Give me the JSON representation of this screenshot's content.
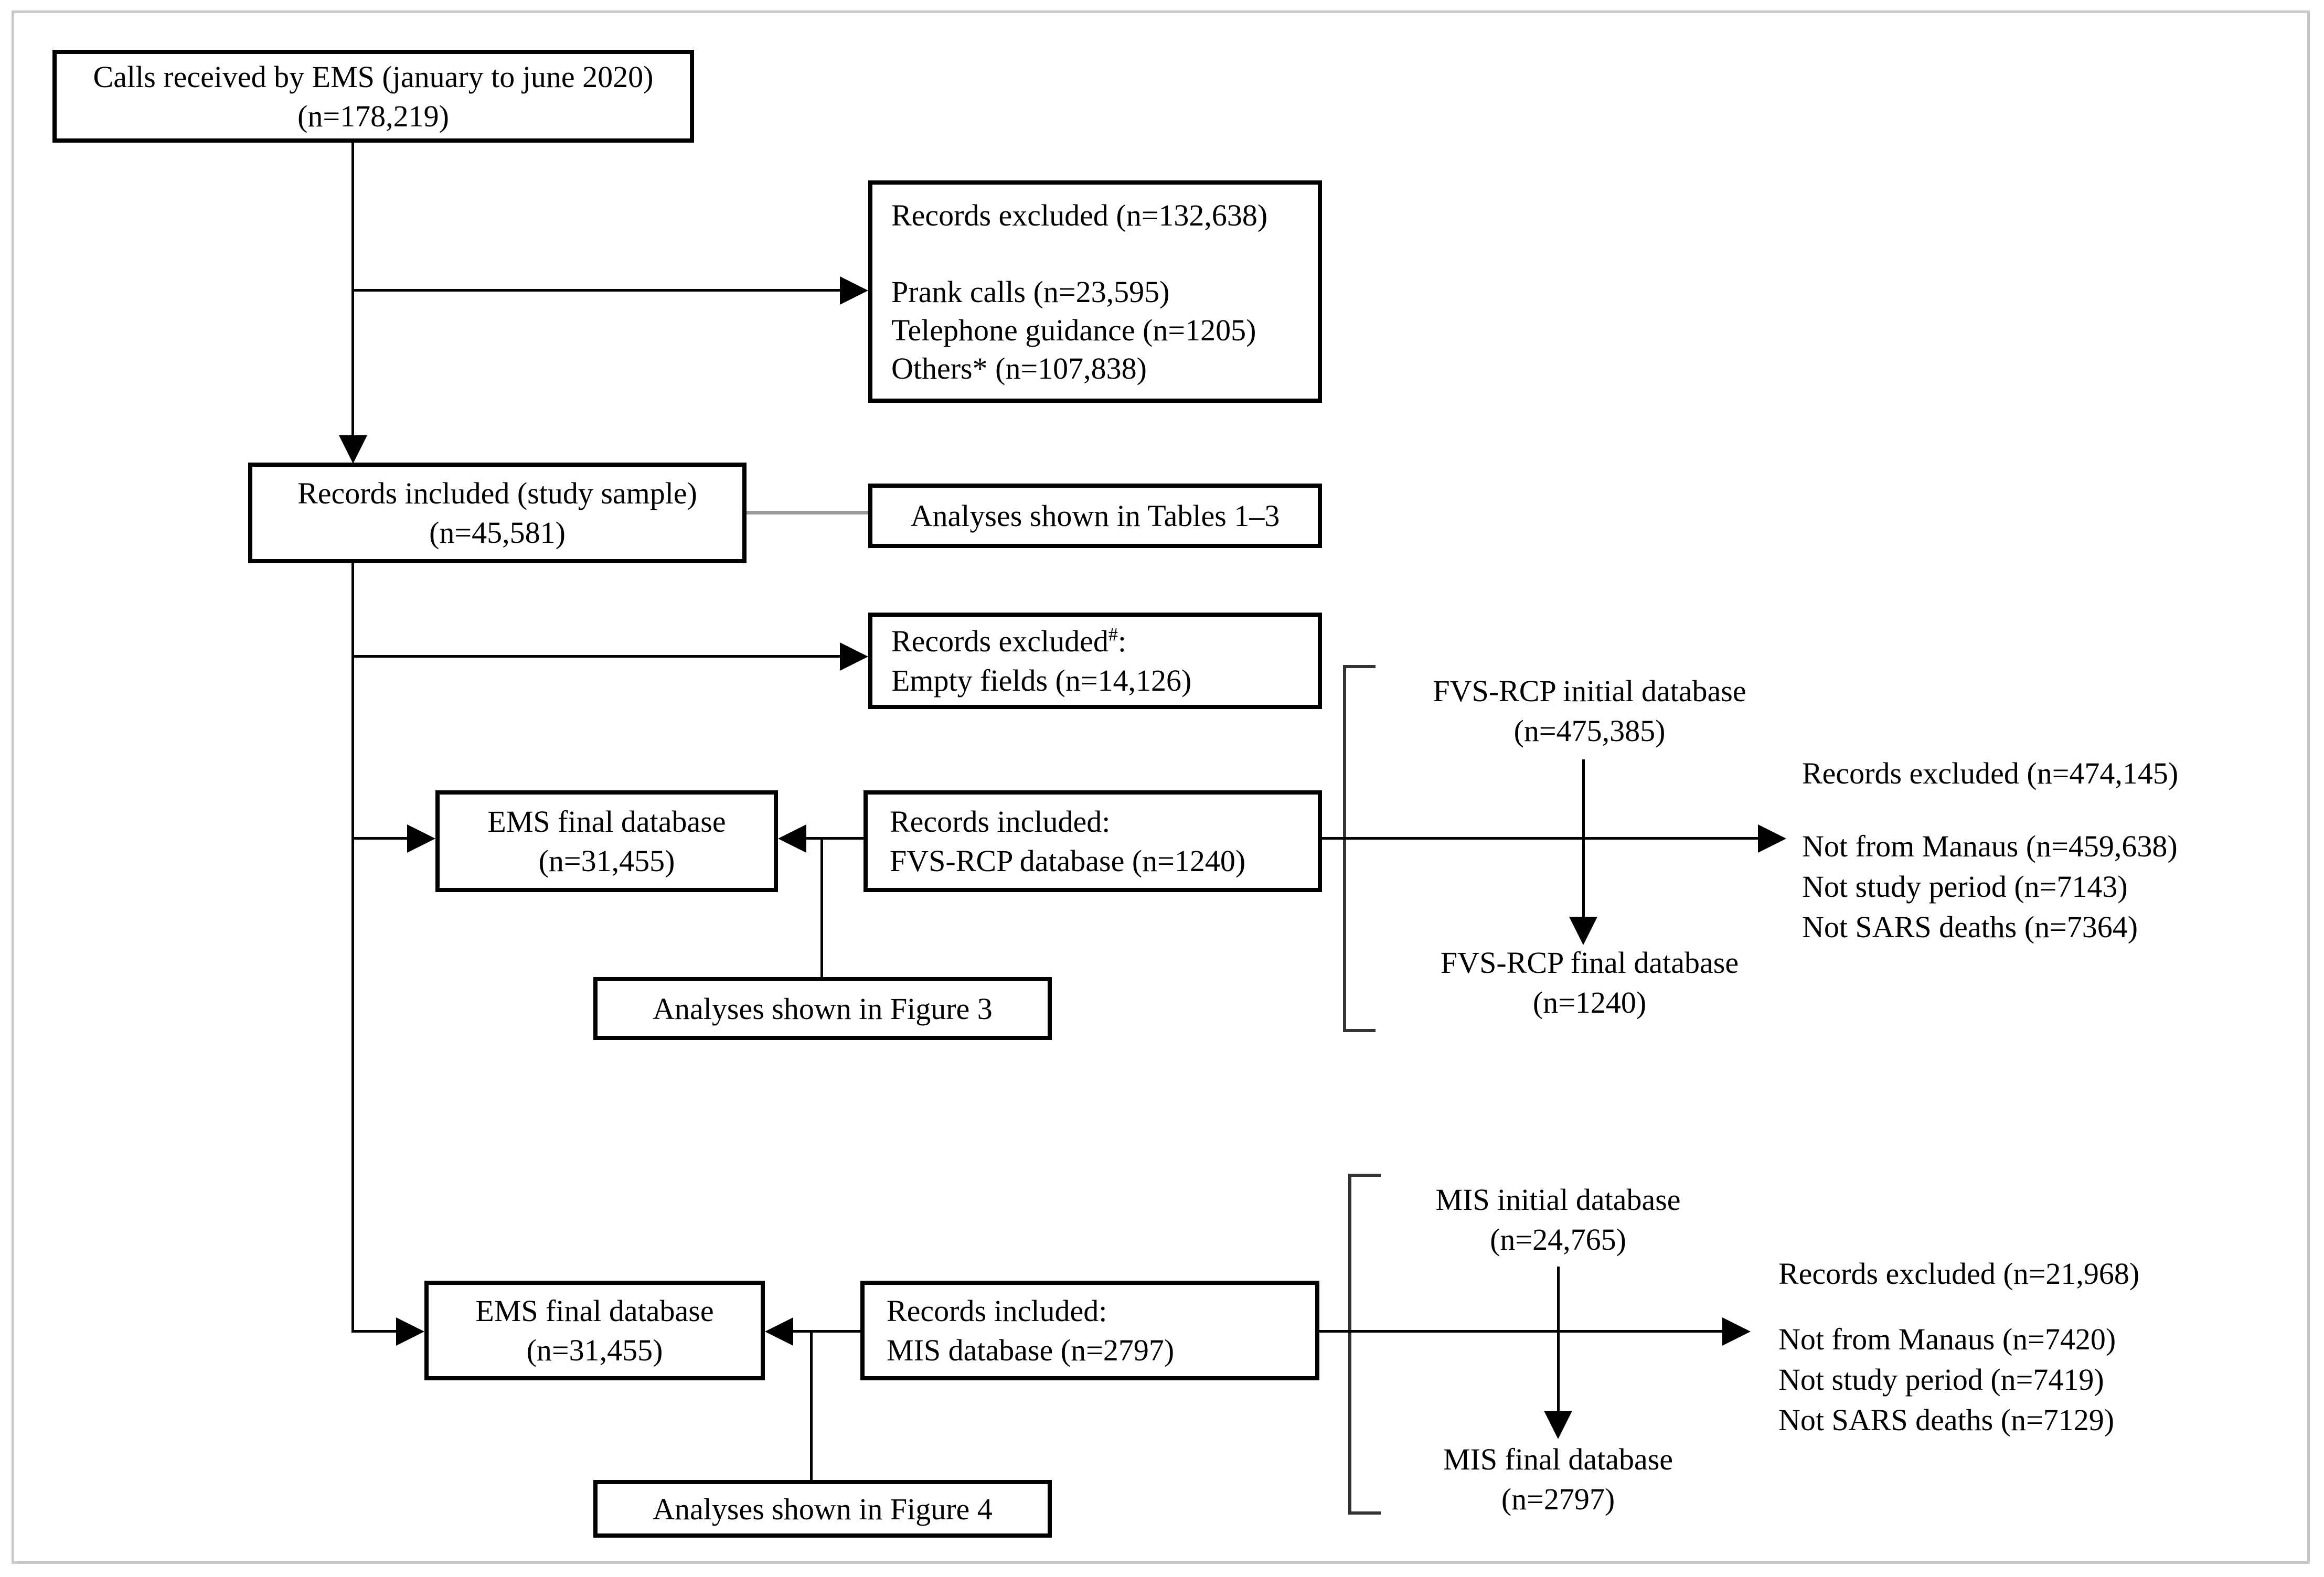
{
  "colors": {
    "line": "#000000",
    "frame_border": "#c9c9c9",
    "table_connector": "#9a9a9a",
    "background": "#ffffff"
  },
  "nodes": {
    "calls_received": {
      "lines": [
        "Calls received by EMS (january to june 2020)",
        "(n=178,219)"
      ]
    },
    "excluded_calls": {
      "title": "Records excluded (n=132,638)",
      "items": [
        "Prank calls (n=23,595)",
        "Telephone guidance (n=1205)",
        "Others* (n=107,838)"
      ]
    },
    "records_included": {
      "lines": [
        "Records included (study sample)",
        "(n=45,581)"
      ]
    },
    "analyses_tables": {
      "label": "Analyses shown in Tables 1–3"
    },
    "excluded_empty": {
      "pre": "Records excluded",
      "sup": "#",
      "post": ":",
      "line2": "Empty fields (n=14,126)"
    },
    "ems_final_1": {
      "lines": [
        "EMS final database",
        "(n=31,455)"
      ]
    },
    "records_included_fvs": {
      "lines": [
        "Records included:",
        "FVS-RCP database (n=1240)"
      ]
    },
    "analyses_fig3": {
      "label": "Analyses shown in Figure 3"
    },
    "fvs_initial": {
      "lines": [
        "FVS-RCP initial database",
        "(n=475,385)"
      ]
    },
    "fvs_final": {
      "lines": [
        "FVS-RCP final database",
        "(n=1240)"
      ]
    },
    "fvs_excluded": {
      "header": "Records excluded (n=474,145)",
      "items": [
        "Not from Manaus (n=459,638)",
        "Not study period (n=7143)",
        "Not SARS deaths (n=7364)"
      ]
    },
    "ems_final_2": {
      "lines": [
        "EMS final database",
        "(n=31,455)"
      ]
    },
    "records_included_mis": {
      "lines": [
        "Records included:",
        "MIS database (n=2797)"
      ]
    },
    "analyses_fig4": {
      "label": "Analyses shown in Figure 4"
    },
    "mis_initial": {
      "lines": [
        "MIS initial database",
        "(n=24,765)"
      ]
    },
    "mis_final": {
      "lines": [
        "MIS final database",
        "(n=2797)"
      ]
    },
    "mis_excluded": {
      "header": "Records excluded (n=21,968)",
      "items": [
        "Not from Manaus (n=7420)",
        "Not study period (n=7419)",
        "Not SARS deaths (n=7129)"
      ]
    }
  }
}
